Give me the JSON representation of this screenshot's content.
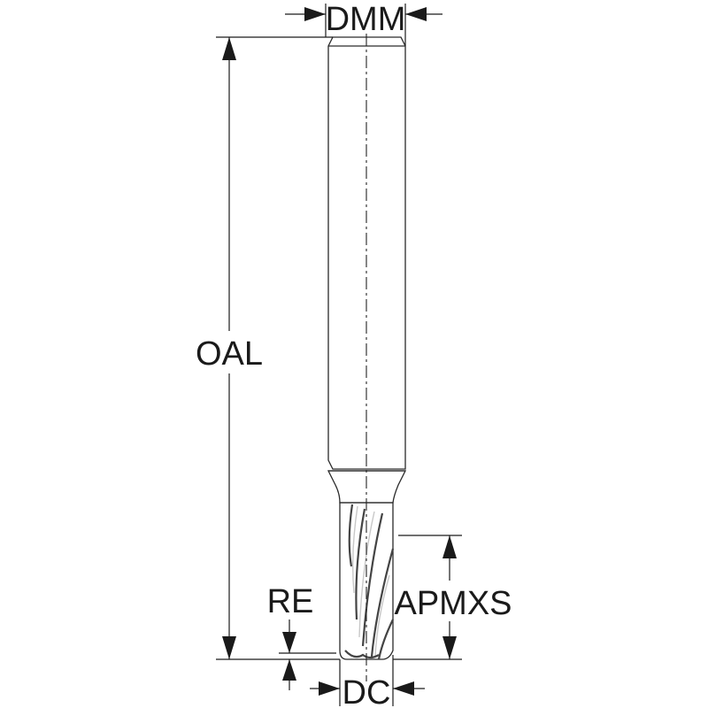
{
  "labels": {
    "dmm": "DMM",
    "oal": "OAL",
    "re": "RE",
    "apmxs": "APMXS",
    "dc": "DC"
  },
  "colors": {
    "shank_fill": "#9a9a9a",
    "shank_dark": "#7d7d7d",
    "cutter_fill": "#8c8c8c",
    "line": "#1a1a1a"
  }
}
